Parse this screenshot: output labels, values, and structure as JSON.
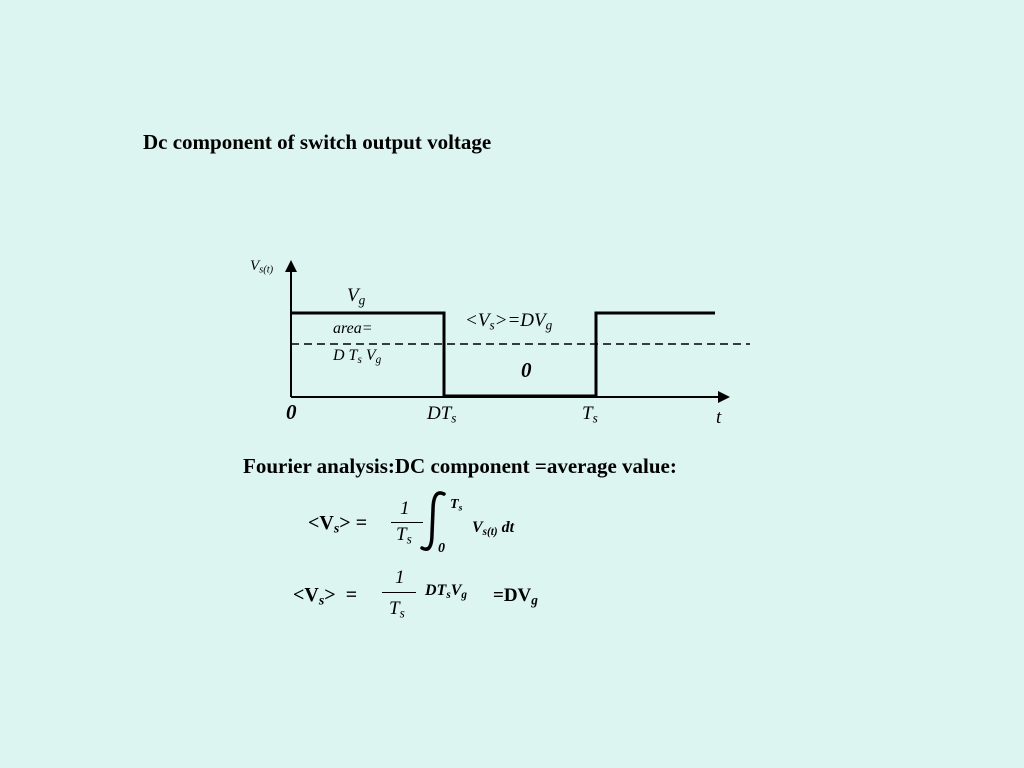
{
  "title": "Dc component of switch output voltage",
  "diagram": {
    "y_axis_label": {
      "main": "V",
      "sub": "s(t)"
    },
    "x_axis_label": "t",
    "origin_label": "0",
    "high_level_label": {
      "main": "V",
      "sub": "g"
    },
    "area_label_line1": "area=",
    "area_label_line2": {
      "a": "D T",
      "a_sub": "s",
      "b": " V",
      "b_sub": "g"
    },
    "average_label": {
      "p1": "<V",
      "p1_sub": "s",
      "p2": ">=DV",
      "p2_sub": "g"
    },
    "low_level_label": "0",
    "tick_dts": {
      "main": "DT",
      "sub": "s"
    },
    "tick_ts": {
      "main": "T",
      "sub": "s"
    }
  },
  "fourier_heading": "Fourier analysis:DC component =average value:",
  "eq1": {
    "lhs": {
      "p1": "<V",
      "p1_sub": "s",
      "p2": "> ="
    },
    "frac_num": "1",
    "frac_den": {
      "main": "T",
      "sub": "s"
    },
    "upper_limit": {
      "main": "T",
      "sub": "s"
    },
    "lower_limit": "0",
    "integrand": {
      "main": "V",
      "sub": "s(t)",
      "tail": " dt"
    }
  },
  "eq2": {
    "lhs": {
      "p1": "<V",
      "p1_sub": "s",
      "p2": ">  ="
    },
    "frac_num": "1",
    "frac_den": {
      "main": "T",
      "sub": "s"
    },
    "product": {
      "a": "DT",
      "a_sub": "s",
      "b": "V",
      "b_sub": "g"
    },
    "result": {
      "main": "=DV",
      "sub": "g"
    }
  }
}
